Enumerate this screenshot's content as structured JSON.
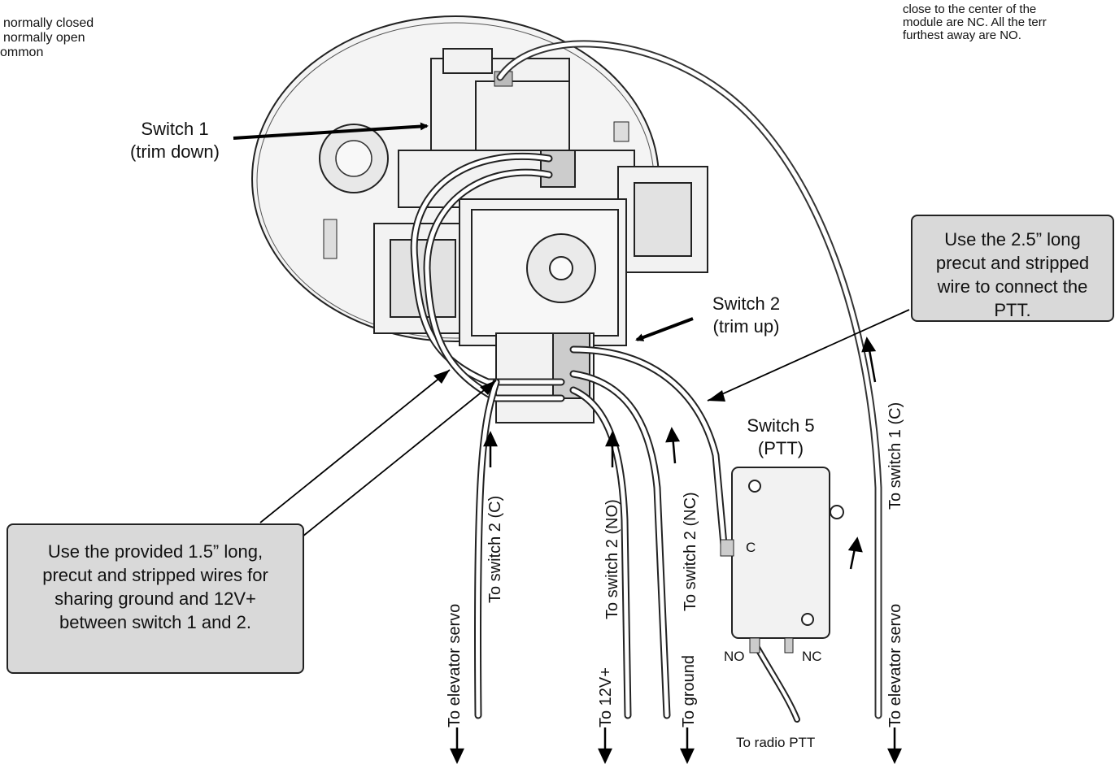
{
  "legend": {
    "items": [
      "normally closed",
      "normally open",
      "ommon"
    ]
  },
  "top_note": {
    "lines": [
      "close to the center of the",
      "module are NC. All the terr",
      "furthest away are NO."
    ]
  },
  "labels": {
    "switch1_name": "Switch 1",
    "switch1_desc": "(trim down)",
    "switch2_name": "Switch 2",
    "switch2_desc": "(trim up)",
    "switch5_name": "Switch 5",
    "switch5_desc": "(PTT)",
    "terminal_c": "C",
    "terminal_no": "NO",
    "terminal_nc": "NC",
    "radio_ptt": "To radio PTT"
  },
  "callouts": {
    "ptt_wire": "Use the 2.5” long precut and stripped wire to connect the PTT.",
    "shared_wires": "Use the provided 1.5” long, precut and stripped wires for sharing ground and 12V+  between switch 1 and 2."
  },
  "wire_labels": {
    "elevator_left": "To elevator servo",
    "switch2_c": "To switch 2 (C)",
    "v12": "To 12V+",
    "switch2_no": "To switch 2 (NO)",
    "ground": "To ground",
    "switch2_nc": "To switch 2 (NC)",
    "switch1_c": "To switch 1 (C)",
    "elevator_right": "To elevator servo"
  }
}
